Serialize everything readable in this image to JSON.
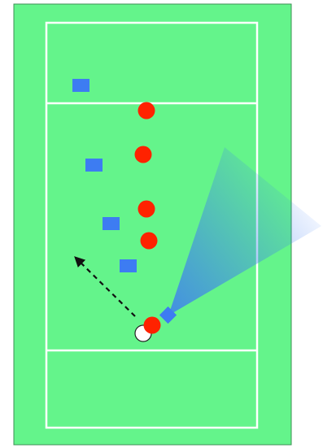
{
  "colors": {
    "page_background": "#ffffff",
    "field": "#64f48b",
    "field_border": "#3c8f55",
    "lines": "#ffffff",
    "team_a": "#ff2200",
    "team_b": "#3d7cf2",
    "ball": "#ffffff",
    "arrow": "#111111",
    "vision_cone": "#3d7cf2"
  },
  "elements": {
    "team_a_markers": [
      {
        "id": "a1",
        "shape": "circle"
      },
      {
        "id": "a2",
        "shape": "circle"
      },
      {
        "id": "a3",
        "shape": "circle"
      },
      {
        "id": "a4",
        "shape": "circle"
      },
      {
        "id": "a5",
        "shape": "circle"
      }
    ],
    "team_b_markers": [
      {
        "id": "b1",
        "shape": "square"
      },
      {
        "id": "b2",
        "shape": "square"
      },
      {
        "id": "b3",
        "shape": "square"
      },
      {
        "id": "b4",
        "shape": "square"
      },
      {
        "id": "b5",
        "shape": "diamond"
      }
    ],
    "ball": {
      "shape": "circle"
    },
    "movement_arrow": {
      "style": "dashed",
      "direction": "up-left"
    },
    "vision_cone": {
      "style": "gradient-fade"
    }
  }
}
